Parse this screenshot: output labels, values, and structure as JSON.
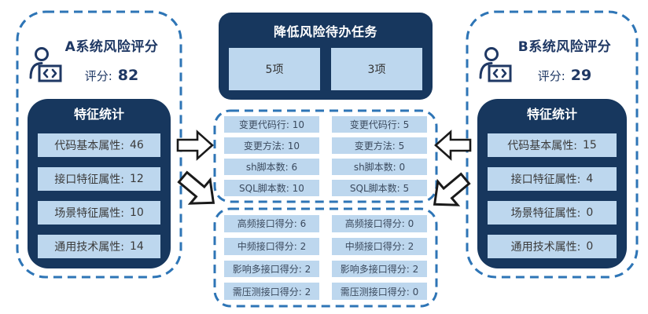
{
  "colors": {
    "navy_panel": "#17375E",
    "light_blue_box": "#BDD7EE",
    "dashed_border_blue": "#2E75B6",
    "title_text_navy": "#1F3864",
    "box_text": "#3B3B3B",
    "arrow_fill": "#FFFFFF",
    "arrow_stroke": "#1A1A1A"
  },
  "icons": {
    "panel_a_icon": "developer-at-computer-icon",
    "panel_b_icon": "developer-at-computer-icon",
    "arrow_a_mid": "block-arrow-right-icon",
    "arrow_a_bottom": "block-arrow-down-right-icon",
    "arrow_b_mid": "block-arrow-left-icon",
    "arrow_b_bottom": "block-arrow-down-left-icon"
  },
  "panel_a": {
    "title": "A系统风险评分",
    "score_label": "评分:",
    "score_value": "82",
    "stats_title": "特征统计",
    "stats": [
      {
        "label": "代码基本属性:",
        "value": "46"
      },
      {
        "label": "接口特征属性:",
        "value": "12"
      },
      {
        "label": "场景特征属性:",
        "value": "10"
      },
      {
        "label": "通用技术属性:",
        "value": "14"
      }
    ]
  },
  "panel_b": {
    "title": "B系统风险评分",
    "score_label": "评分:",
    "score_value": "29",
    "stats_title": "特征统计",
    "stats": [
      {
        "label": "代码基本属性:",
        "value": "15"
      },
      {
        "label": "接口特征属性:",
        "value": "4"
      },
      {
        "label": "场景特征属性:",
        "value": "0"
      },
      {
        "label": "通用技术属性:",
        "value": "0"
      }
    ]
  },
  "tasks": {
    "title": "降低风险待办任务",
    "items": [
      {
        "label": "5项"
      },
      {
        "label": "3项"
      }
    ]
  },
  "change_stats": {
    "rows": [
      {
        "a": "变更代码行: 10",
        "b": "变更代码行: 5"
      },
      {
        "a": "变更方法: 10",
        "b": "变更方法: 5"
      },
      {
        "a": "sh脚本数: 6",
        "b": "sh脚本数: 0"
      },
      {
        "a": "SQL脚本数: 10",
        "b": "SQL脚本数: 5"
      }
    ]
  },
  "interface_scores": {
    "rows": [
      {
        "a": "高频接口得分: 6",
        "b": "高频接口得分: 0"
      },
      {
        "a": "中频接口得分: 2",
        "b": "中频接口得分: 2"
      },
      {
        "a": "影响多接口得分: 2",
        "b": "影响多接口得分: 2"
      },
      {
        "a": "需压测接口得分: 2",
        "b": "需压测接口得分: 0"
      }
    ]
  }
}
